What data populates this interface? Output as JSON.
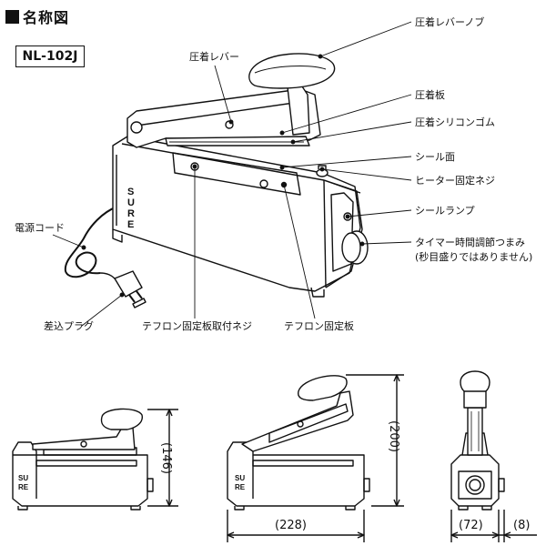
{
  "header": {
    "title": "名称図",
    "model": "NL-102J"
  },
  "labels": {
    "knob": "圧着レバーノブ",
    "lever": "圧着レバー",
    "press_plate": "圧着板",
    "silicone": "圧着シリコンゴム",
    "seal_surface": "シール面",
    "heater_screw": "ヒーター固定ネジ",
    "seal_lamp": "シールランプ",
    "timer_line1": "タイマー時間調節つまみ",
    "timer_line2": "(秒目盛りではありません)",
    "power_cord": "電源コード",
    "plug": "差込プラグ",
    "teflon_screw": "テフロン固定板取付ネジ",
    "teflon_plate": "テフロン固定板"
  },
  "brand_letters": [
    "S",
    "U",
    "R",
    "E"
  ],
  "dimensions": {
    "height_closed": "(146)",
    "height_open": "(200)",
    "length": "(228)",
    "width": "(72)",
    "protrusion": "(8)"
  }
}
